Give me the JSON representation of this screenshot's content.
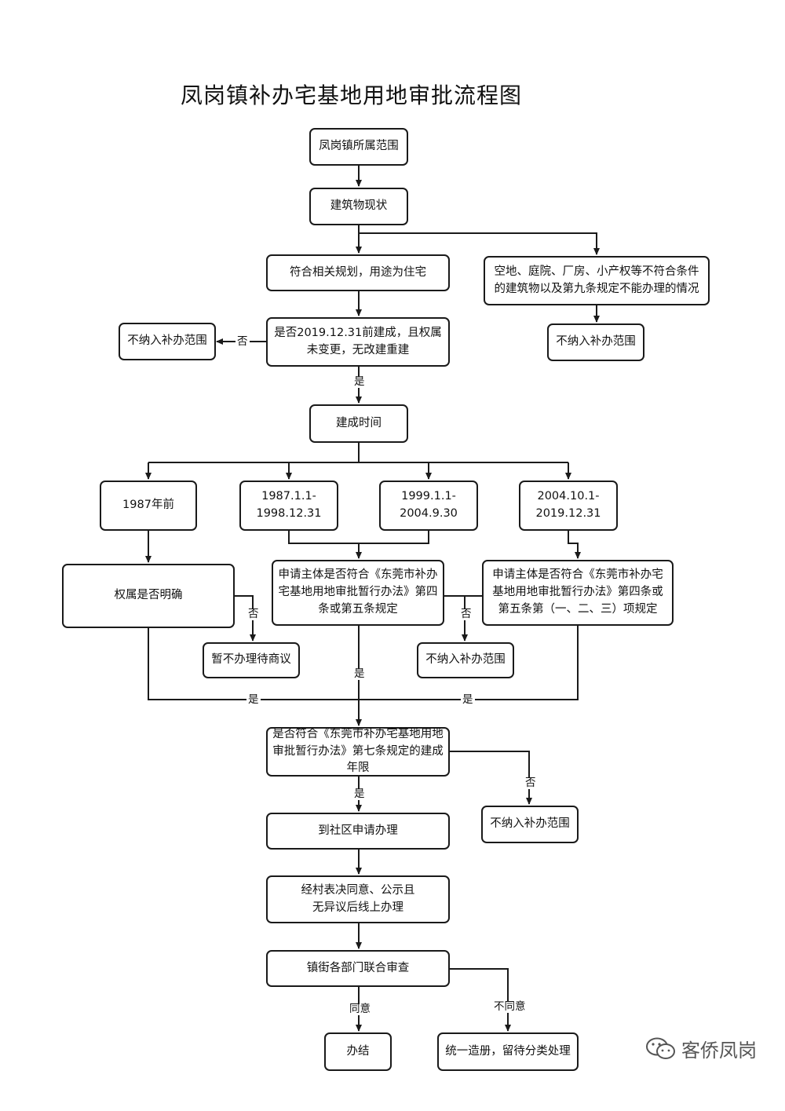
{
  "title": "凤岗镇补办宅基地用地审批流程图",
  "nodes": {
    "scope": "凤岗镇所属范围",
    "building_status": "建筑物现状",
    "planning_residential": "符合相关规划，用途为住宅",
    "nonqualifying": "空地、庭院、厂房、小产权等不符合条件的建筑物以及第九条规定不能办理的情况",
    "not_included_1": "不纳入补办范围",
    "built_before_2019": "是否2019.12.31前建成，且权属未变更，无改建重建",
    "not_included_2": "不纳入补办范围",
    "build_time": "建成时间",
    "period_1": "1987年前",
    "period_2": "1987.1.1-1998.12.31",
    "period_3": "1999.1.1-2004.9.30",
    "period_4": "2004.10.1-2019.12.31",
    "ownership_clear": "权属是否明确",
    "suspend": "暂不办理待商议",
    "applicant_art_4_5": "申请主体是否符合《东莞市补办宅基地用地审批暂行办法》第四条或第五条规定",
    "not_included_3": "不纳入补办范围",
    "applicant_art_4_5_items": "申请主体是否符合《东莞市补办宅基地用地审批暂行办法》第四条或第五条第（一、二、三）项规定",
    "art_7_period": "是否符合《东莞市补办宅基地用地审批暂行办法》第七条规定的建成年限",
    "not_included_4": "不纳入补办范围",
    "community_apply": "到社区申请办理",
    "village_vote": "经村表决同意、公示且无异议后线上办理",
    "joint_review": "镇街各部门联合审查",
    "completed": "办结",
    "register": "统一造册，留待分类处理"
  },
  "edge_labels": {
    "no_1": "否",
    "yes_1": "是",
    "no_2": "否",
    "no_3": "否",
    "yes_2": "是",
    "yes_3": "是",
    "yes_4": "是",
    "no_4": "否",
    "yes_5": "是",
    "agree": "同意",
    "disagree": "不同意"
  },
  "watermark": {
    "icon": "wechat-icon",
    "text": "客侨凤岗"
  }
}
